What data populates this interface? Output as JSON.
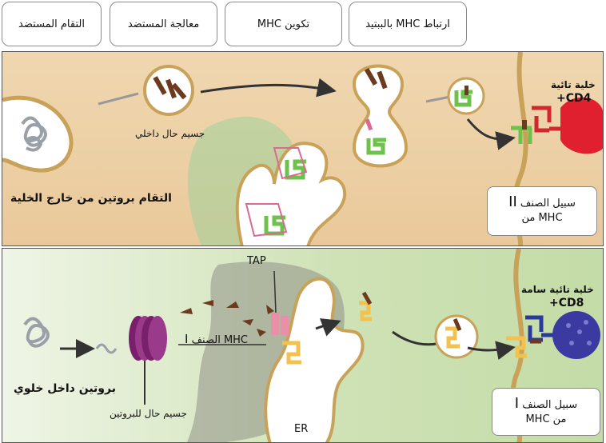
{
  "stages": [
    {
      "id": "uptake",
      "label": "التقام المستضد"
    },
    {
      "id": "processing",
      "label": "معالجة المستضد"
    },
    {
      "id": "mhc_formation",
      "label": "تكوين MHC"
    },
    {
      "id": "binding",
      "label": "ارتباط MHC بالببتيد"
    }
  ],
  "top_panel": {
    "endosome_label": "جسيم حال داخلي",
    "uptake_label": "التقام بروتين من خارج الخلية",
    "t_cell_label_1": "خلية تائية",
    "t_cell_label_2": "CD4+",
    "pathway_line1": "سبيل الصنف",
    "pathway_numeral": "II",
    "pathway_line2": "MHC من"
  },
  "bottom_panel": {
    "protein_label": "بروتين داخل خلوي",
    "proteasome_label": "جسيم حال للبروتين",
    "mhc_class_label": "MHC الصنف",
    "mhc_numeral": "I",
    "tap_label": "TAP",
    "er_label": "ER",
    "t_cell_label_1": "خلية تائية سامة",
    "t_cell_label_2": "CD8+",
    "pathway_line1": "سبيل الصنف",
    "pathway_numeral": "I",
    "pathway_line2": "من MHC"
  },
  "colors": {
    "top_bg": "#eccda0",
    "bottom_bg": "#cfe2b6",
    "mhc2": "#6cc24a",
    "mhc1": "#f2c14e",
    "peptide": "#6b3a1f",
    "proteasome": "#7a1f6b",
    "cd4_cell": "#e0202f",
    "cd8_cell": "#3a3aa0",
    "tcr_red": "#d0282e",
    "tcr_blue": "#2b3a9a",
    "tap": "#e98fa8"
  }
}
